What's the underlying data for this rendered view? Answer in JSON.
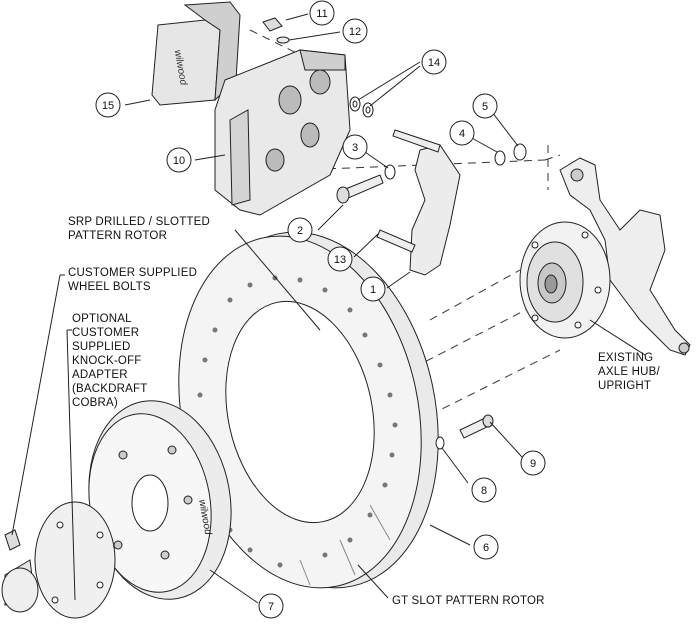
{
  "labels": {
    "srp_rotor": "SRP DRILLED / SLOTTED\nPATTERN ROTOR",
    "wheel_bolts": "CUSTOMER SUPPLIED\nWHEEL BOLTS",
    "knockoff_adapter": "OPTIONAL\nCUSTOMER\nSUPPLIED\nKNOCK-OFF\nADAPTER\n(BACKDRAFT\nCOBRA)",
    "axle_hub": "EXISTING\nAXLE HUB/\nUPRIGHT",
    "gt_rotor": "GT SLOT PATTERN ROTOR"
  },
  "callouts": [
    "11",
    "12",
    "14",
    "15",
    "10",
    "3",
    "4",
    "5",
    "2",
    "13",
    "1",
    "9",
    "8",
    "6",
    "7"
  ],
  "brand": "wilwood"
}
